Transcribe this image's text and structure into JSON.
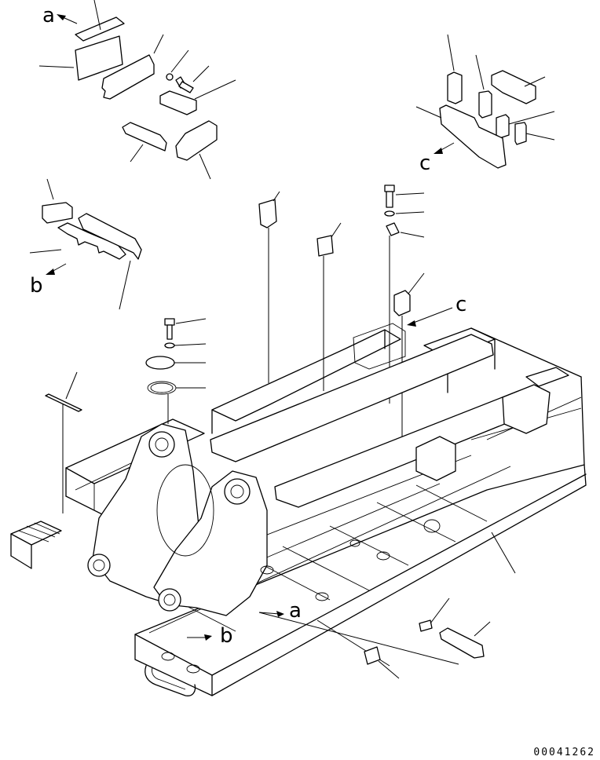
{
  "labels": {
    "a": "a",
    "b": "b",
    "c": "c"
  },
  "drawing_code": "00041262"
}
